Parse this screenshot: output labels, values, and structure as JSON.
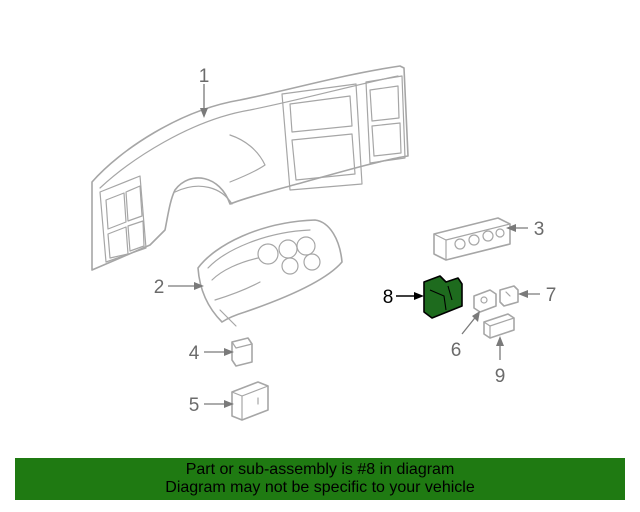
{
  "diagram": {
    "callouts": [
      {
        "id": "1",
        "label": "1"
      },
      {
        "id": "2",
        "label": "2"
      },
      {
        "id": "3",
        "label": "3"
      },
      {
        "id": "4",
        "label": "4"
      },
      {
        "id": "5",
        "label": "5"
      },
      {
        "id": "6",
        "label": "6"
      },
      {
        "id": "7",
        "label": "7"
      },
      {
        "id": "8",
        "label": "8",
        "highlighted": true
      },
      {
        "id": "9",
        "label": "9"
      }
    ],
    "highlight_color": "#1e6b1e"
  },
  "banner": {
    "line1": "Part or sub-assembly is #8 in diagram",
    "line2": "Diagram may not be specific to your vehicle",
    "background": "#1f7a12"
  }
}
